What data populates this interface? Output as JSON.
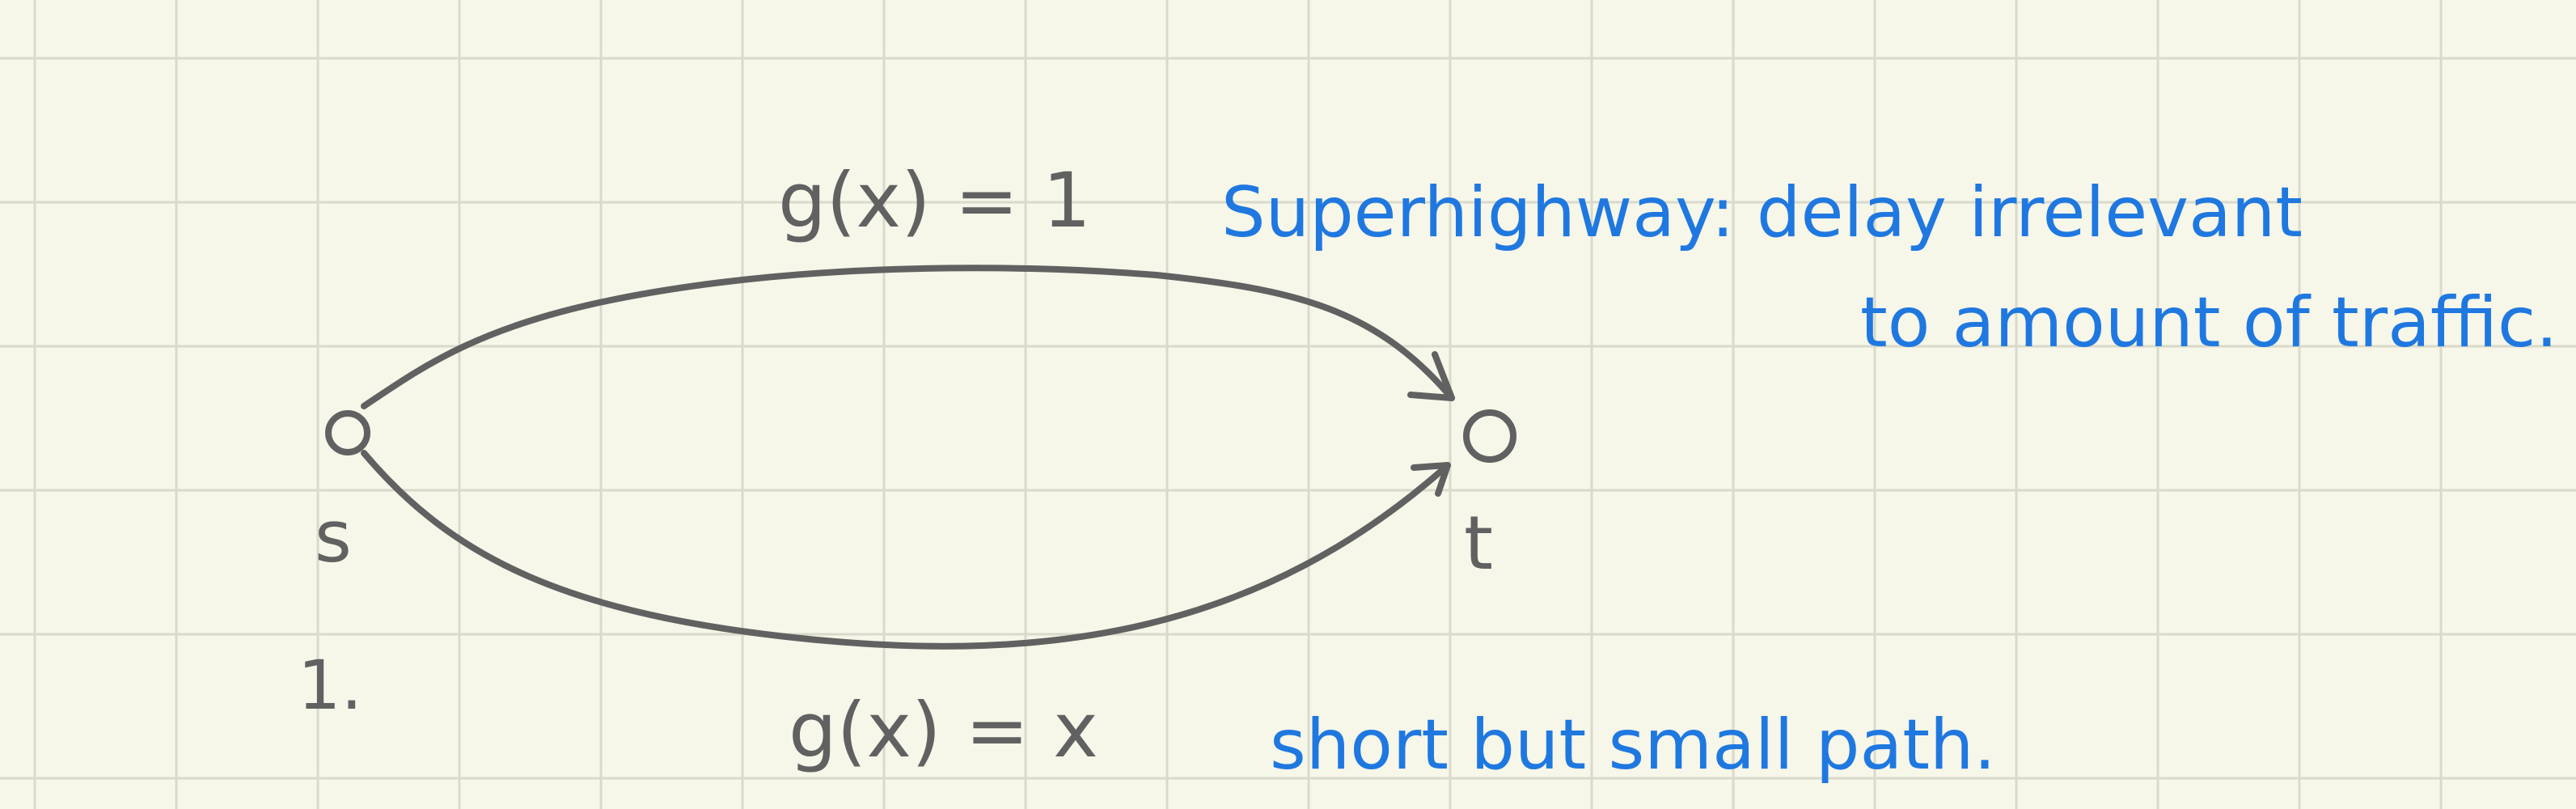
{
  "diagram": {
    "source_node_label": "s",
    "target_node_label": "t",
    "figure_number": "1.",
    "top_edge_label": "g(x) = 1",
    "bottom_edge_label": "g(x) = x",
    "top_annotation_line1": "Superhighway: delay irrelevant",
    "top_annotation_line2": "to amount of traffic.",
    "bottom_annotation": "short but small path.",
    "colors": {
      "background": "#f6f6e9",
      "grid": "#d9d9cc",
      "ink_gray": "#616161",
      "ink_blue": "#1f78e0"
    }
  }
}
